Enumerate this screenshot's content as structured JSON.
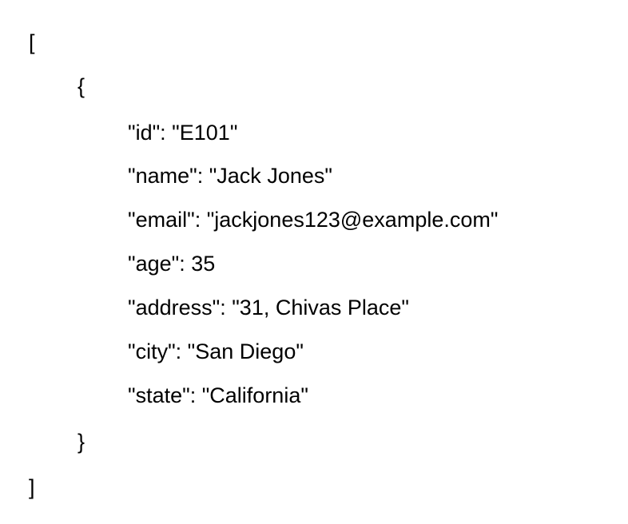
{
  "document": {
    "open_bracket": "[",
    "open_brace": "{",
    "fields": [
      "\"id\": \"E101\"",
      "\"name\": \"Jack Jones\"",
      "\"email\": \"jackjones123@example.com\"",
      "\"age\": 35",
      "\"address\": \"31, Chivas Place\"",
      "\"city\": \"San Diego\"",
      "\"state\": \"California\""
    ],
    "close_brace": "}",
    "close_bracket": "]"
  }
}
